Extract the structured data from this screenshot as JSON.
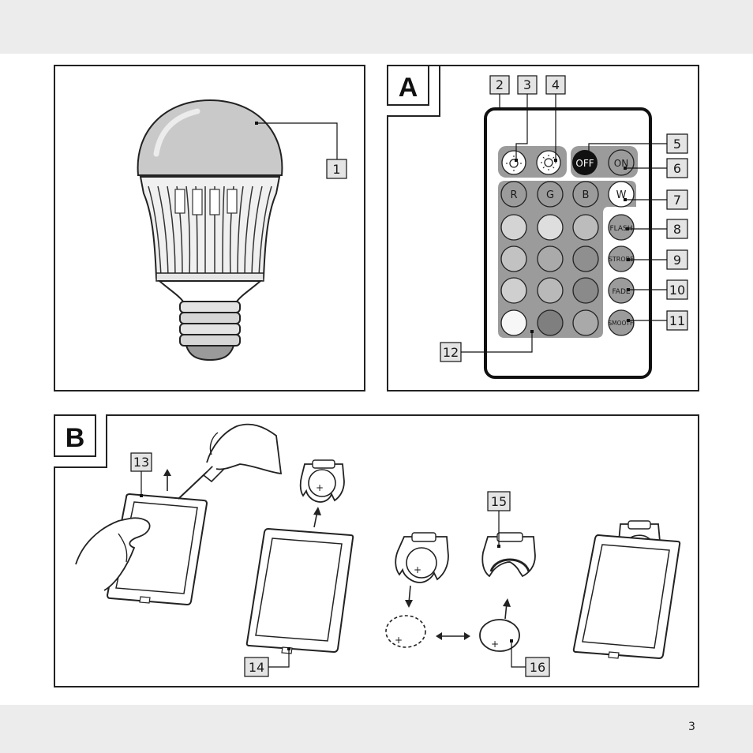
{
  "page": {
    "number": "3"
  },
  "panel_a": {
    "letter": "A",
    "remote": {
      "buttons": {
        "off": "OFF",
        "on": "ON",
        "r": "R",
        "g": "G",
        "b": "B",
        "w": "W",
        "flash": "FLASH",
        "strobe": "STROBE",
        "fade": "FADE",
        "smooth": "SMOOTH"
      }
    }
  },
  "panel_b": {
    "letter": "B"
  },
  "callouts": {
    "c1": "1",
    "c2": "2",
    "c3": "3",
    "c4": "4",
    "c5": "5",
    "c6": "6",
    "c7": "7",
    "c8": "8",
    "c9": "9",
    "c10": "10",
    "c11": "11",
    "c12": "12",
    "c13": "13",
    "c14": "14",
    "c15": "15",
    "c16": "16"
  }
}
